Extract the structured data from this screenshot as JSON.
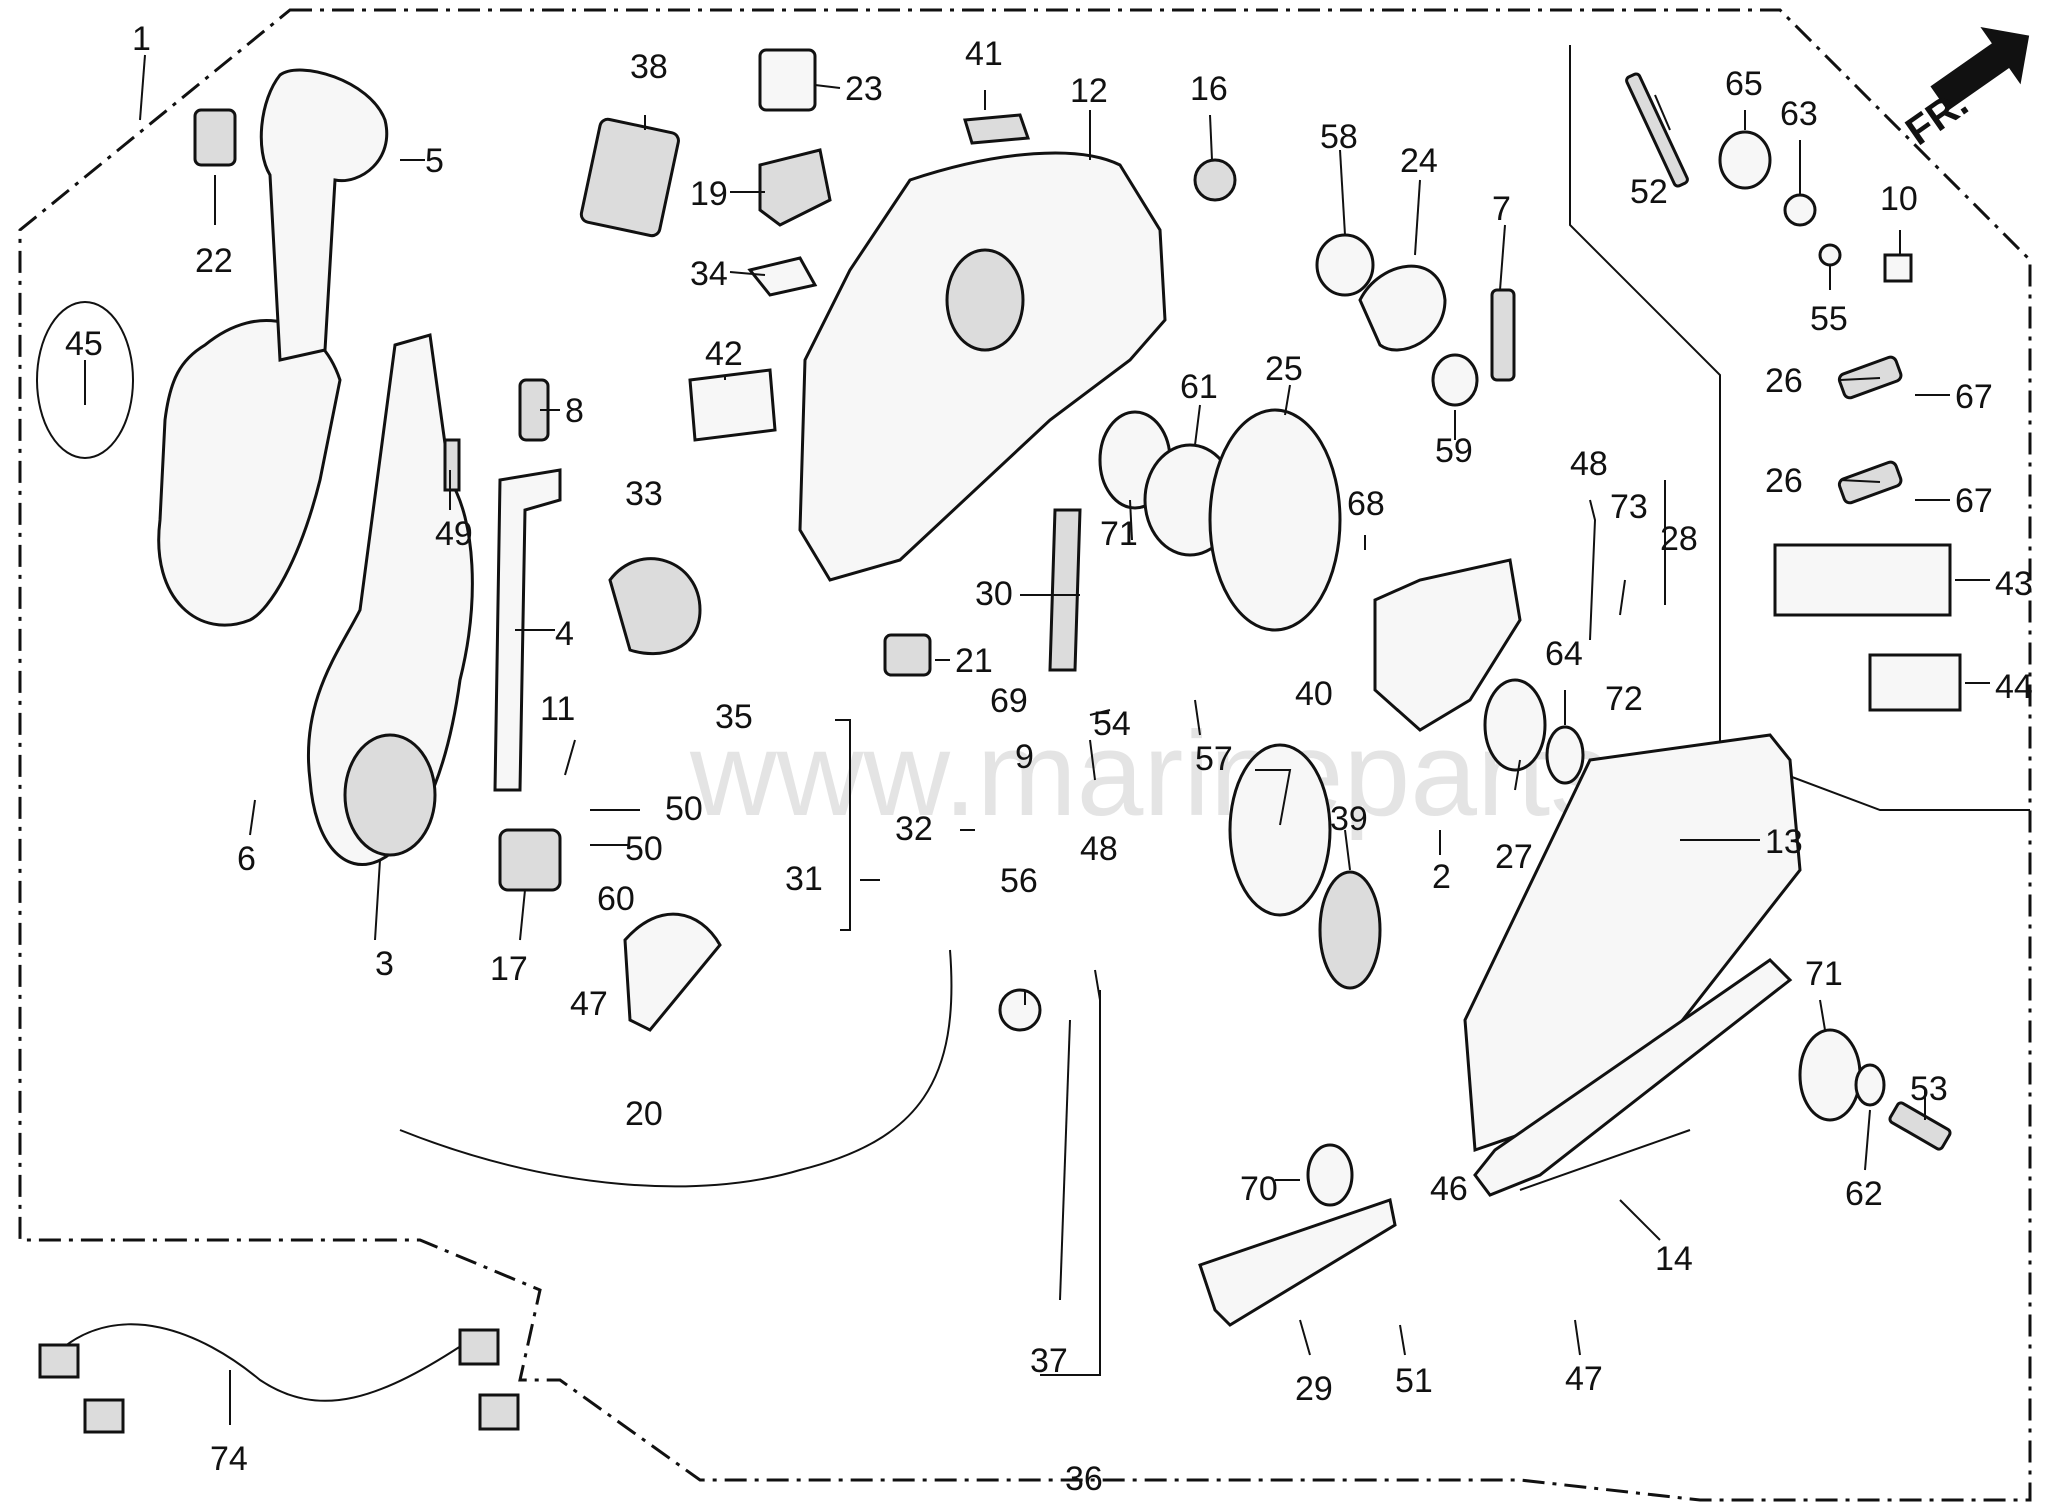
{
  "colors": {
    "ink": "#111111",
    "watermark": "#cfcfcf",
    "paper": "#ffffff"
  },
  "watermark": {
    "text": "www.marineparts.eu"
  },
  "direction": {
    "label": "FR.",
    "icon": "arrow-right-icon"
  },
  "callouts": {
    "c1": "1",
    "c2": "2",
    "c3": "3",
    "c4": "4",
    "c5": "5",
    "c6": "6",
    "c7": "7",
    "c8": "8",
    "c9": "9",
    "c10": "10",
    "c11": "11",
    "c12": "12",
    "c13": "13",
    "c14": "14",
    "c16": "16",
    "c17": "17",
    "c19": "19",
    "c20": "20",
    "c21": "21",
    "c22": "22",
    "c23": "23",
    "c24": "24",
    "c25": "25",
    "c26a": "26",
    "c26b": "26",
    "c27": "27",
    "c28": "28",
    "c29": "29",
    "c30": "30",
    "c31": "31",
    "c32": "32",
    "c33": "33",
    "c34": "34",
    "c35": "35",
    "c36": "36",
    "c37": "37",
    "c38": "38",
    "c39": "39",
    "c40": "40",
    "c41": "41",
    "c42": "42",
    "c43": "43",
    "c44": "44",
    "c45": "45",
    "c46": "46",
    "c47a": "47",
    "c47b": "47",
    "c48a": "48",
    "c48b": "48",
    "c49": "49",
    "c50a": "50",
    "c50b": "50",
    "c51": "51",
    "c52": "52",
    "c53": "53",
    "c54": "54",
    "c55": "55",
    "c56": "56",
    "c57": "57",
    "c58": "58",
    "c59": "59",
    "c60": "60",
    "c61": "61",
    "c62": "62",
    "c63": "63",
    "c64": "64",
    "c65": "65",
    "c67a": "67",
    "c67b": "67",
    "c68": "68",
    "c69": "69",
    "c70": "70",
    "c71a": "71",
    "c71b": "71",
    "c72": "72",
    "c73": "73",
    "c74": "74"
  }
}
